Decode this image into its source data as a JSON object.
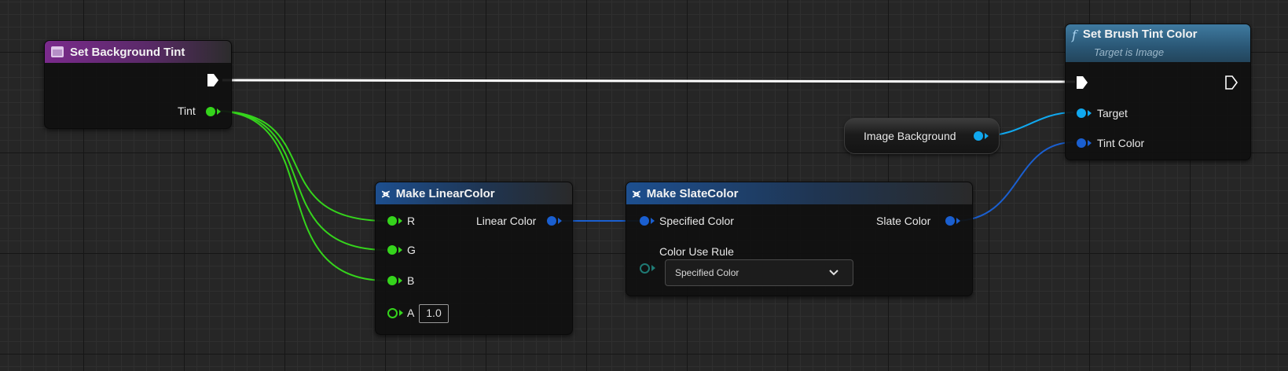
{
  "nodes": {
    "set_background_tint": {
      "title": "Set Background Tint",
      "output_pin": "Tint"
    },
    "make_linear_color": {
      "title": "Make LinearColor",
      "inputs": [
        "R",
        "G",
        "B",
        "A"
      ],
      "a_default": "1.0",
      "output": "Linear Color"
    },
    "make_slate_color": {
      "title": "Make SlateColor",
      "input": "Specified Color",
      "rule_label": "Color Use Rule",
      "rule_value": "Specified Color",
      "output": "Slate Color"
    },
    "image_background": {
      "label": "Image Background"
    },
    "set_brush_tint_color": {
      "title": "Set Brush Tint Color",
      "subtitle": "Target is Image",
      "target": "Target",
      "tint_color": "Tint Color"
    }
  },
  "colors": {
    "exec_wire": "#ffffff",
    "float_wire": "#35d41c",
    "struct_wire": "#1a5fd0",
    "object_wire": "#10a8ef"
  }
}
